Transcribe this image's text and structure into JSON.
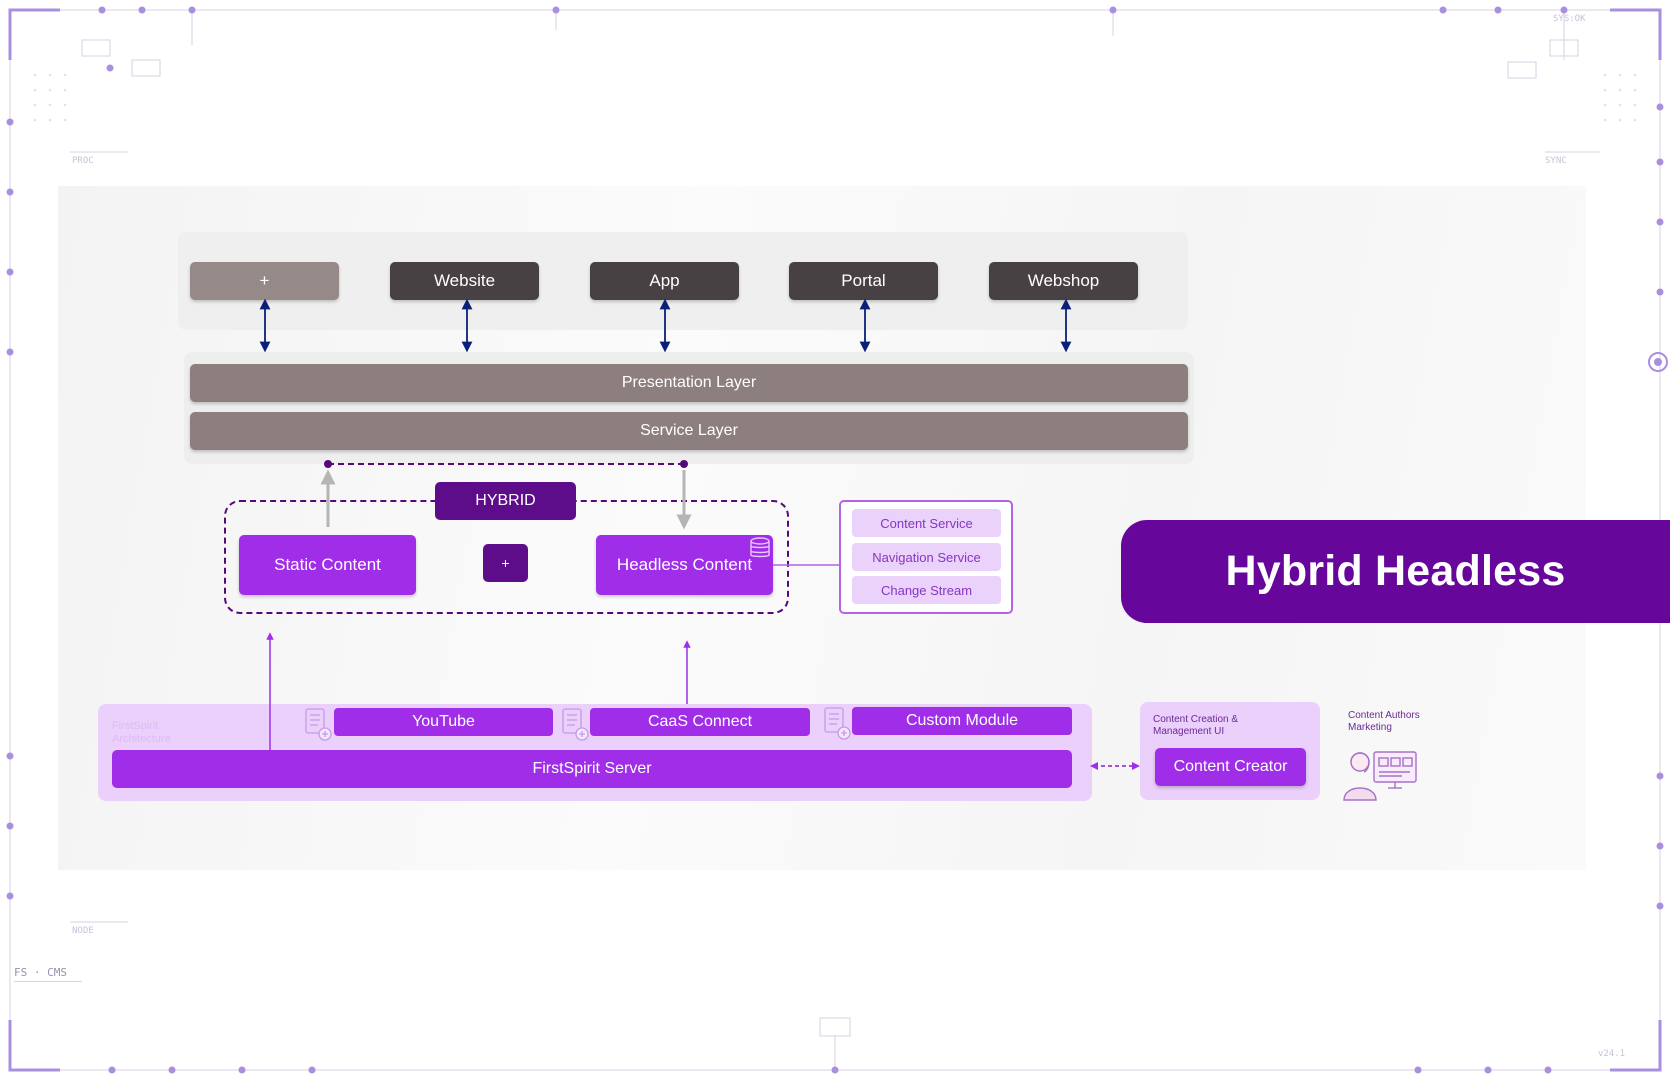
{
  "corner_labels": {
    "top_right": "SYS:OK",
    "left_upper": "PROC",
    "right_upper": "SYNC",
    "left_lower": "NODE",
    "bottom_left": "FS · CMS",
    "bottom_right": "v24.1"
  },
  "channels": [
    "+",
    "Website",
    "App",
    "Portal",
    "Webshop"
  ],
  "layers": {
    "presentation": "Presentation Layer",
    "service": "Service Layer"
  },
  "hybrid": {
    "tag": "HYBRID",
    "static": "Static Content",
    "plus": "+",
    "headless": "Headless Content"
  },
  "services": [
    "Content Service",
    "Navigation Service",
    "Change Stream"
  ],
  "firstspirit": {
    "faint_label": "FirstSpirit Architecture",
    "modules": [
      "YouTube",
      "CaaS Connect",
      "Custom Module"
    ],
    "server": "FirstSpirit Server"
  },
  "content_creation": {
    "label": "Content Creation & Management UI",
    "button": "Content Creator"
  },
  "authors": {
    "label": "Content Authors Marketing"
  },
  "banner": "Hybrid Headless",
  "colors": {
    "purple_dark": "#5d0d8a",
    "purple": "#a02de8",
    "purple_light": "#ead0fb",
    "banner": "#66069a",
    "channel_dark": "#474143",
    "layer_gray": "#8c7f7e",
    "arrow_blue": "#0a1f7a"
  }
}
